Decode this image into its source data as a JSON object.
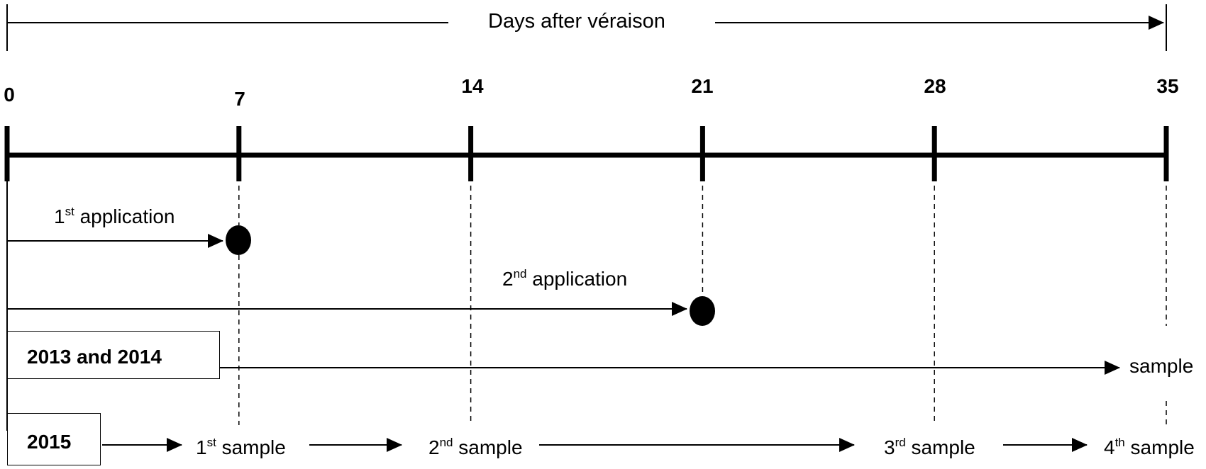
{
  "header": {
    "title": "Days after véraison"
  },
  "timeline": {
    "ticks": [
      "0",
      "7",
      "14",
      "21",
      "28",
      "35"
    ]
  },
  "applications": [
    {
      "num": "1",
      "sup": "st",
      "text": " application",
      "day": 7
    },
    {
      "num": "2",
      "sup": "nd",
      "text": " application",
      "day": 21
    }
  ],
  "groups": {
    "y2013": {
      "label": "2013 and 2014",
      "end_label": "sample"
    },
    "y2015": {
      "label": "2015"
    }
  },
  "samples_2015": [
    {
      "num": "1",
      "sup": "st",
      "text": " sample",
      "day": 7
    },
    {
      "num": "2",
      "sup": "nd",
      "text": " sample",
      "day": 14
    },
    {
      "num": "3",
      "sup": "rd",
      "text": " sample",
      "day": 28
    },
    {
      "num": "4",
      "sup": "th",
      "text": " sample",
      "day": 35
    }
  ]
}
